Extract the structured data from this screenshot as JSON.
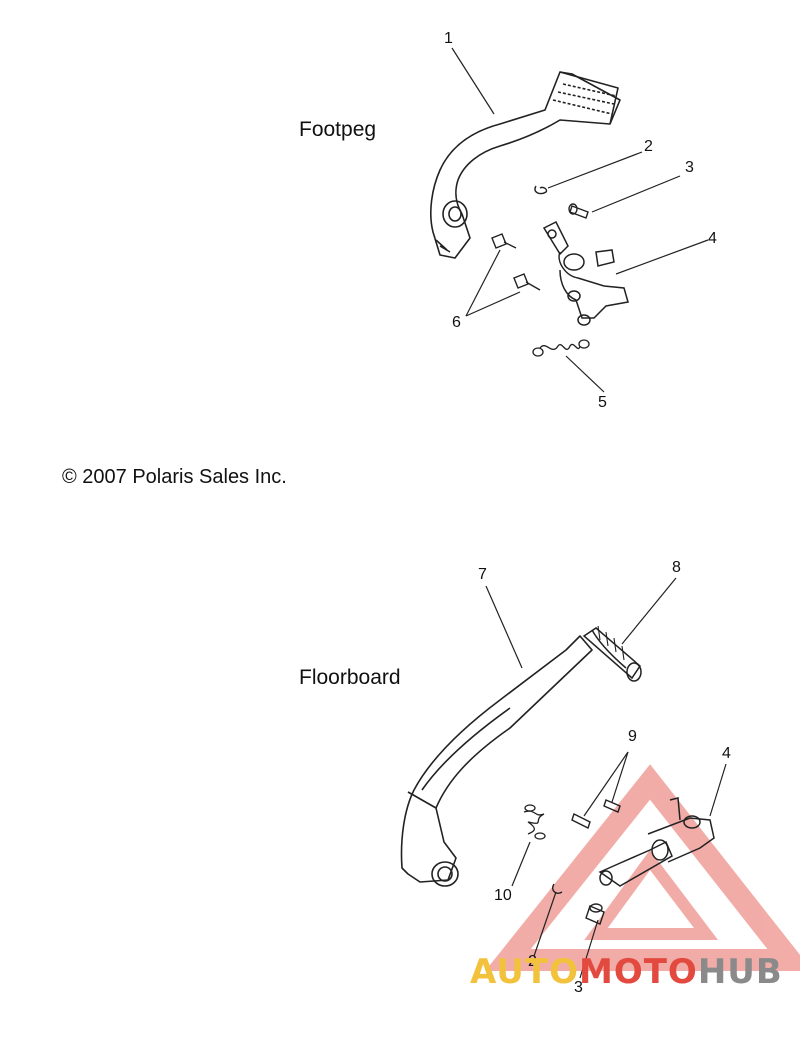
{
  "sections": {
    "footpeg": {
      "title": "Footpeg"
    },
    "floorboard": {
      "title": "Floorboard"
    }
  },
  "copyright": "© 2007 Polaris Sales Inc.",
  "callouts": {
    "footpeg": [
      "1",
      "2",
      "3",
      "4",
      "5",
      "6"
    ],
    "floorboard": [
      "7",
      "8",
      "9",
      "4",
      "10",
      "2",
      "3"
    ]
  },
  "watermark": {
    "part1": "AUTO",
    "part2": "MOTO",
    "part3": "HUB",
    "colors": {
      "auto": "#f2c23d",
      "moto": "#e34a3f",
      "hub": "#8a8a8a"
    }
  }
}
